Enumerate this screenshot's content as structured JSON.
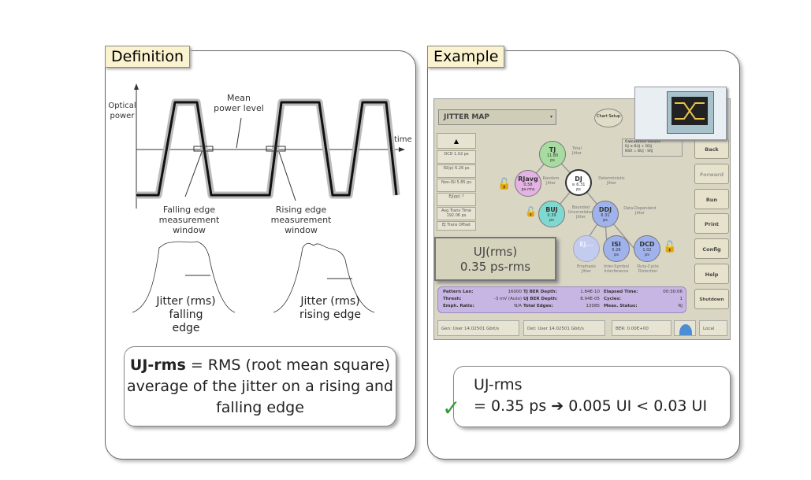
{
  "definition": {
    "tab_label": "Definition",
    "y_axis_label": "Optical power",
    "x_axis_label": "time",
    "mean_label": "Mean power level",
    "falling_window_label": "Falling edge measurement window",
    "rising_window_label": "Rising edge measurement window",
    "falling_jitter_label": "Jitter (rms) falling edge",
    "rising_jitter_label": "Jitter (rms) rising edge",
    "summary_bold": "UJ-rms",
    "summary_text": " = RMS (root mean square) average of the jitter on a rising and falling edge"
  },
  "example": {
    "tab_label": "Example",
    "result_title": "UJ-rms",
    "result_text": "= 0.35 ps ➔ 0.005 UI < 0.03 UI",
    "check_icon": "check-icon",
    "check_color": "#3a9a3a",
    "jitter_map": {
      "title": "JITTER MAP",
      "chart_setup": "Chart Setup",
      "up_arrow": "▲",
      "side_items": [
        "DCD 1.02 ps",
        "ISI(p) 6.26 ps",
        "Non-ISI 5.85 ps",
        "EJ(pp) ?",
        "Avg Trans Time 192.06 ps",
        "EJ Trans Offset"
      ],
      "buttons": [
        "Back",
        "Forward",
        "Run",
        "Print",
        "Config",
        "Help",
        "Shutdown"
      ],
      "calc_title": "Calculated Values",
      "calc_line1": "DJ ≅ BUJ + DDJ",
      "calc_line2": "NSR = BUJ - SRJ",
      "nodes": {
        "tj": {
          "name": "TJ",
          "value": "11.80",
          "unit": "ps",
          "label": "Total Jitter",
          "color": "#a6dca0"
        },
        "rj": {
          "name": "RJavg",
          "value": "0.58",
          "unit": "ps-rms",
          "label": "Random Jitter",
          "color": "#e4b2e4"
        },
        "dj": {
          "name": "DJ",
          "value": "≅ 6.31",
          "unit": "ps",
          "label": "Deterministic Jitter",
          "color": "#ffffff"
        },
        "buj": {
          "name": "BUJ",
          "value": "0.39",
          "unit": "ps",
          "label": "Bounded Uncorrelated Jitter",
          "color": "#7fd9d0"
        },
        "ddj": {
          "name": "DDJ",
          "value": "6.31",
          "unit": "ps",
          "label": "Data-Dependent Jitter",
          "color": "#9fb2ec"
        },
        "ej": {
          "name": "EJ...",
          "label": "Emphasis Jitter",
          "color": "#c3cbee"
        },
        "isi": {
          "name": "ISI",
          "value": "5.26",
          "unit": "ps",
          "label": "Inter-Symbol Interference",
          "color": "#9fb2ec"
        },
        "dcd": {
          "name": "DCD",
          "value": "1.02",
          "unit": "ps",
          "label": "Duty-Cycle Distortion",
          "color": "#9fb2ec"
        }
      },
      "uj_popup_line1": "UJ(rms)",
      "uj_popup_line2": "0.35 ps-rms",
      "status": [
        [
          "Pattern Len:",
          "16000",
          "TJ BER Depth:",
          "1.84E-10",
          "Elapsed Time:",
          "00:30:06"
        ],
        [
          "Thresh:",
          "-3 mV (Auto)",
          "UJ BER Depth:",
          "8.94E-05",
          "Cycles:",
          "1"
        ],
        [
          "Emph. Ratio:",
          "N/A",
          "Total Edges:",
          "13085",
          "Meas. Status:",
          "RJ"
        ]
      ],
      "bottom": {
        "gen": "Gen: User 14.02501 Gbit/s",
        "det": "Det: User 14.02501 Gbit/s",
        "ber": "BER: 0.00E+00",
        "local": "Local"
      }
    }
  }
}
